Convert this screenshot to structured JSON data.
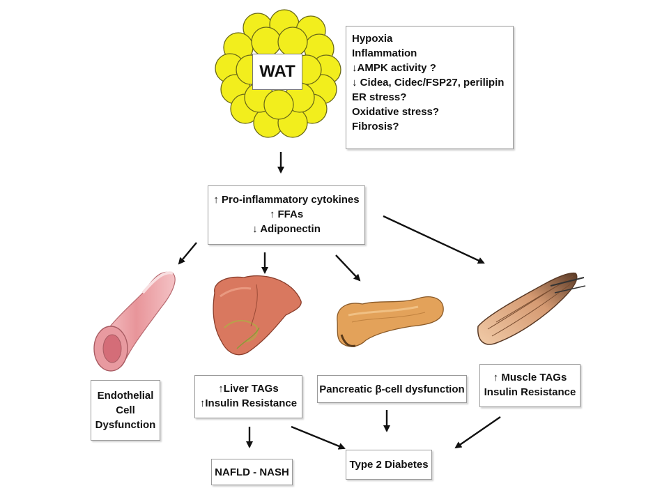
{
  "wat": {
    "label": "WAT"
  },
  "mechanisms": {
    "lines": [
      "Hypoxia",
      "Inflammation",
      "↓AMPK activity ?",
      "↓ Cidea, Cidec/FSP27, perilipin",
      "ER stress?",
      "Oxidative stress?",
      "Fibrosis?"
    ]
  },
  "mediators": {
    "lines": [
      "↑ Pro-inflammatory cytokines",
      "↑ FFAs",
      "↓ Adiponectin"
    ]
  },
  "endothelial": {
    "lines": [
      "Endothelial",
      "Cell",
      "Dysfunction"
    ]
  },
  "liver": {
    "lines": [
      "↑Liver TAGs",
      "↑Insulin Resistance"
    ]
  },
  "pancreas": {
    "lines": [
      "Pancreatic β-cell dysfunction"
    ]
  },
  "muscle": {
    "lines": [
      "↑ Muscle TAGs",
      "Insulin Resistance"
    ]
  },
  "nafld": {
    "label": "NAFLD - NASH"
  },
  "diabetes": {
    "label": "Type 2 Diabetes"
  },
  "colors": {
    "adipocyte_fill": "#f2ee1d",
    "adipocyte_stroke": "#6b6a18",
    "vessel": "#e8959a",
    "liver": "#d9785f",
    "pancreas": "#e3a25a",
    "muscle": "#e6b48e"
  }
}
